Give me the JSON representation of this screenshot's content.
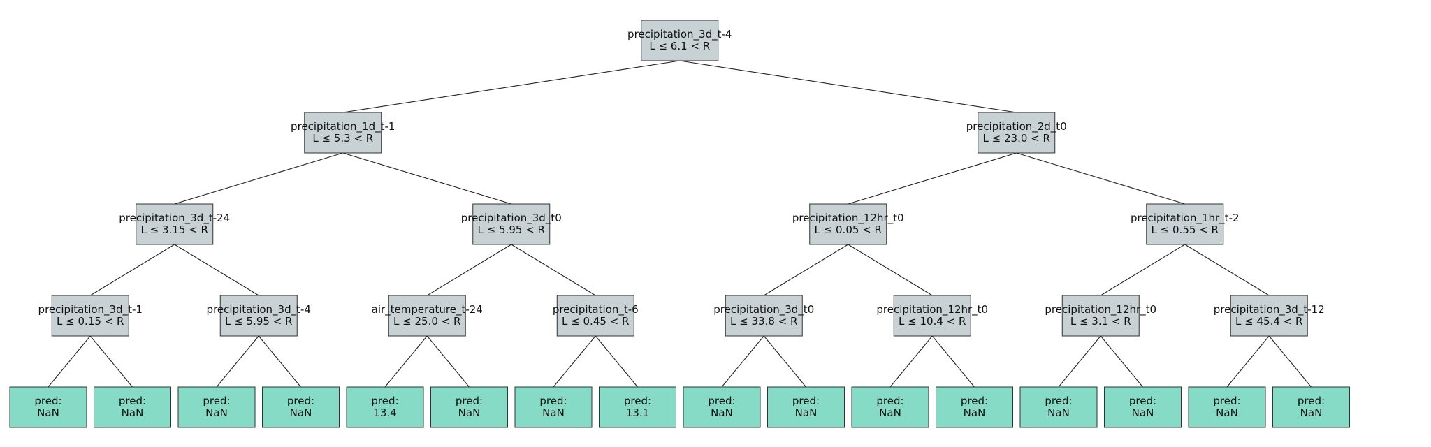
{
  "colors": {
    "split_fill": "#c8d2d4",
    "leaf_fill": "#86dbc6",
    "edge": "#222222",
    "border": "#333333"
  },
  "tree": {
    "type": "split",
    "feature": "precipitation_3d_t-4",
    "rule": "L ≤ 6.1 < R",
    "children": [
      {
        "type": "split",
        "feature": "precipitation_1d_t-1",
        "rule": "L ≤ 5.3 < R",
        "children": [
          {
            "type": "split",
            "feature": "precipitation_3d_t-24",
            "rule": "L ≤ 3.15 < R",
            "children": [
              {
                "type": "split",
                "feature": "precipitation_3d_t-1",
                "rule": "L ≤ 0.15 < R",
                "children": [
                  {
                    "type": "leaf",
                    "label": "pred:",
                    "value": "NaN"
                  },
                  {
                    "type": "leaf",
                    "label": "pred:",
                    "value": "NaN"
                  }
                ]
              },
              {
                "type": "split",
                "feature": "precipitation_3d_t-4",
                "rule": "L ≤ 5.95 < R",
                "children": [
                  {
                    "type": "leaf",
                    "label": "pred:",
                    "value": "NaN"
                  },
                  {
                    "type": "leaf",
                    "label": "pred:",
                    "value": "NaN"
                  }
                ]
              }
            ]
          },
          {
            "type": "split",
            "feature": "precipitation_3d_t0",
            "rule": "L ≤ 5.95 < R",
            "children": [
              {
                "type": "split",
                "feature": "air_temperature_t-24",
                "rule": "L ≤ 25.0 < R",
                "children": [
                  {
                    "type": "leaf",
                    "label": "pred:",
                    "value": "13.4"
                  },
                  {
                    "type": "leaf",
                    "label": "pred:",
                    "value": "NaN"
                  }
                ]
              },
              {
                "type": "split",
                "feature": "precipitation_t-6",
                "rule": "L ≤ 0.45 < R",
                "children": [
                  {
                    "type": "leaf",
                    "label": "pred:",
                    "value": "NaN"
                  },
                  {
                    "type": "leaf",
                    "label": "pred:",
                    "value": "13.1"
                  }
                ]
              }
            ]
          }
        ]
      },
      {
        "type": "split",
        "feature": "precipitation_2d_t0",
        "rule": "L ≤ 23.0 < R",
        "children": [
          {
            "type": "split",
            "feature": "precipitation_12hr_t0",
            "rule": "L ≤ 0.05 < R",
            "children": [
              {
                "type": "split",
                "feature": "precipitation_3d_t0",
                "rule": "L ≤ 33.8 < R",
                "children": [
                  {
                    "type": "leaf",
                    "label": "pred:",
                    "value": "NaN"
                  },
                  {
                    "type": "leaf",
                    "label": "pred:",
                    "value": "NaN"
                  }
                ]
              },
              {
                "type": "split",
                "feature": "precipitation_12hr_t0",
                "rule": "L ≤ 10.4 < R",
                "children": [
                  {
                    "type": "leaf",
                    "label": "pred:",
                    "value": "NaN"
                  },
                  {
                    "type": "leaf",
                    "label": "pred:",
                    "value": "NaN"
                  }
                ]
              }
            ]
          },
          {
            "type": "split",
            "feature": "precipitation_1hr_t-2",
            "rule": "L ≤ 0.55 < R",
            "children": [
              {
                "type": "split",
                "feature": "precipitation_12hr_t0",
                "rule": "L ≤ 3.1 < R",
                "children": [
                  {
                    "type": "leaf",
                    "label": "pred:",
                    "value": "NaN"
                  },
                  {
                    "type": "leaf",
                    "label": "pred:",
                    "value": "NaN"
                  }
                ]
              },
              {
                "type": "split",
                "feature": "precipitation_3d_t-12",
                "rule": "L ≤ 45.4 < R",
                "children": [
                  {
                    "type": "leaf",
                    "label": "pred:",
                    "value": "NaN"
                  },
                  {
                    "type": "leaf",
                    "label": "pred:",
                    "value": "NaN"
                  }
                ]
              }
            ]
          }
        ]
      }
    ]
  }
}
